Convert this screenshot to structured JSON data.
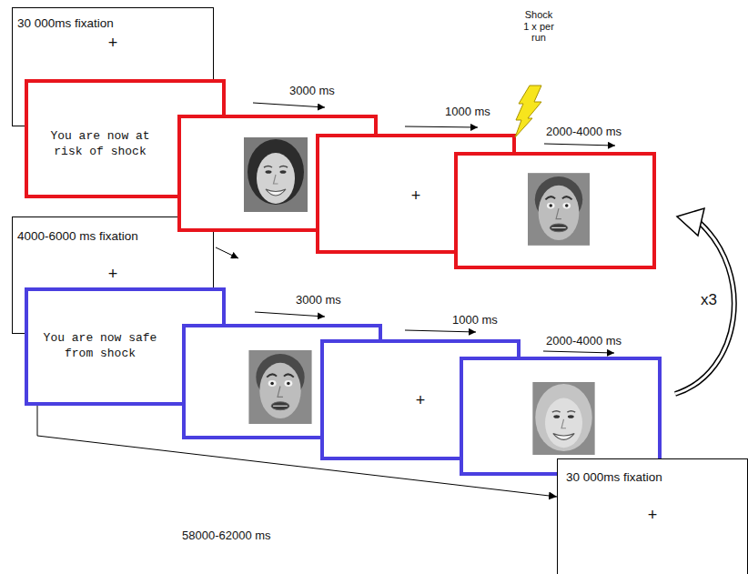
{
  "diagram": {
    "nodes": [
      {
        "text": [
          "30 000ms fixation",
          "+"
        ]
      },
      {
        "text": [
          "You are now at risk of shock"
        ]
      },
      {
        "text": [
          "+"
        ]
      },
      {
        "text": [
          "4000-6000 ms fixation",
          "+"
        ]
      },
      {
        "text": [
          "You are now safe from shock"
        ]
      },
      {
        "text": [
          "+"
        ]
      },
      {
        "text": [
          "30 000ms fixation",
          "+"
        ]
      }
    ],
    "edges": [
      {
        "from": 4,
        "to": 6,
        "arrow": "to"
      }
    ],
    "labels": [
      "Shock 1 x per run",
      "3000 ms",
      "1000 ms",
      "2000-4000 ms",
      "3000 ms",
      "1000 ms",
      "2000-4000 ms",
      "x3",
      "58000-62000 ms"
    ]
  }
}
